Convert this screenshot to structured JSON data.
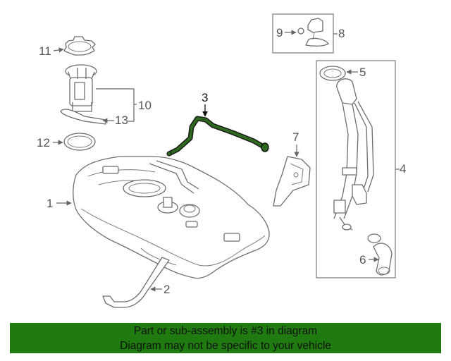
{
  "callouts": {
    "c1": "1",
    "c2": "2",
    "c3": "3",
    "c4": "4",
    "c5": "5",
    "c6": "6",
    "c7": "7",
    "c8": "8",
    "c9": "9",
    "c10": "10",
    "c11": "11",
    "c12": "12",
    "c13": "13"
  },
  "highlight": {
    "part": "3",
    "color": "#2d6a1e"
  },
  "banner": {
    "line1": "Part or sub-assembly is #3 in diagram",
    "line2": "Diagram may not be specific to your vehicle",
    "background": "#1f7a0f"
  }
}
